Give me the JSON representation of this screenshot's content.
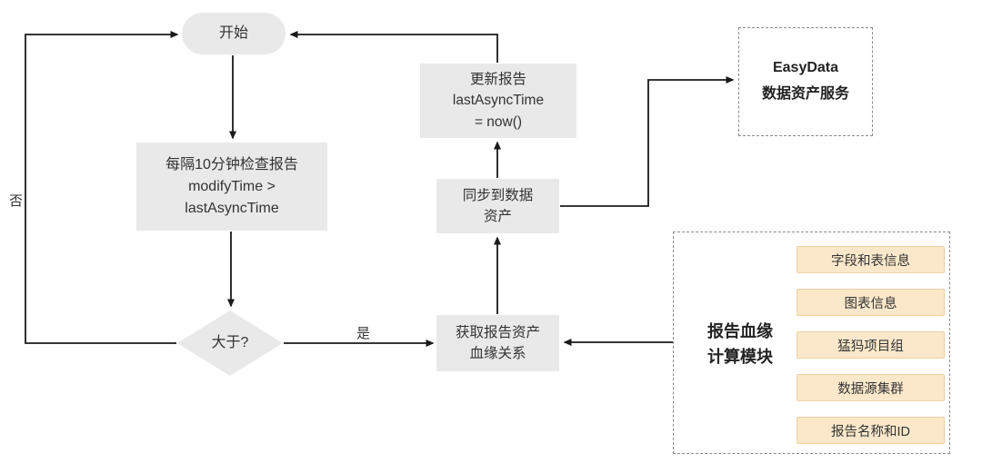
{
  "colors": {
    "node-fill": "#e9e9e9",
    "node-text": "#333333",
    "line": "#1a1a1a",
    "dash": "#8a8a8a",
    "accent-fill": "#fbe8cb",
    "accent-border": "#ecd0a0",
    "bg": "#ffffff"
  },
  "nodes": {
    "start": {
      "label": "开始"
    },
    "check": {
      "lines": [
        "每隔10分钟检查报告",
        "modifyTime >",
        "lastAsyncTime"
      ]
    },
    "decision": {
      "label": "大于?"
    },
    "fetch": {
      "lines": [
        "获取报告资产",
        "血缘关系"
      ]
    },
    "sync": {
      "lines": [
        "同步到数据",
        "资产"
      ]
    },
    "update": {
      "lines": [
        "更新报告",
        "lastAsyncTime",
        "= now()"
      ]
    },
    "easydata": {
      "lines": [
        "EasyData",
        "数据资产服务"
      ]
    }
  },
  "edges": {
    "yes_label": "是",
    "no_label": "否"
  },
  "module": {
    "title_lines": [
      "报告血缘",
      "计算模块"
    ],
    "items": [
      "字段和表信息",
      "图表信息",
      "猛犸项目组",
      "数据源集群",
      "报告名称和ID"
    ]
  }
}
